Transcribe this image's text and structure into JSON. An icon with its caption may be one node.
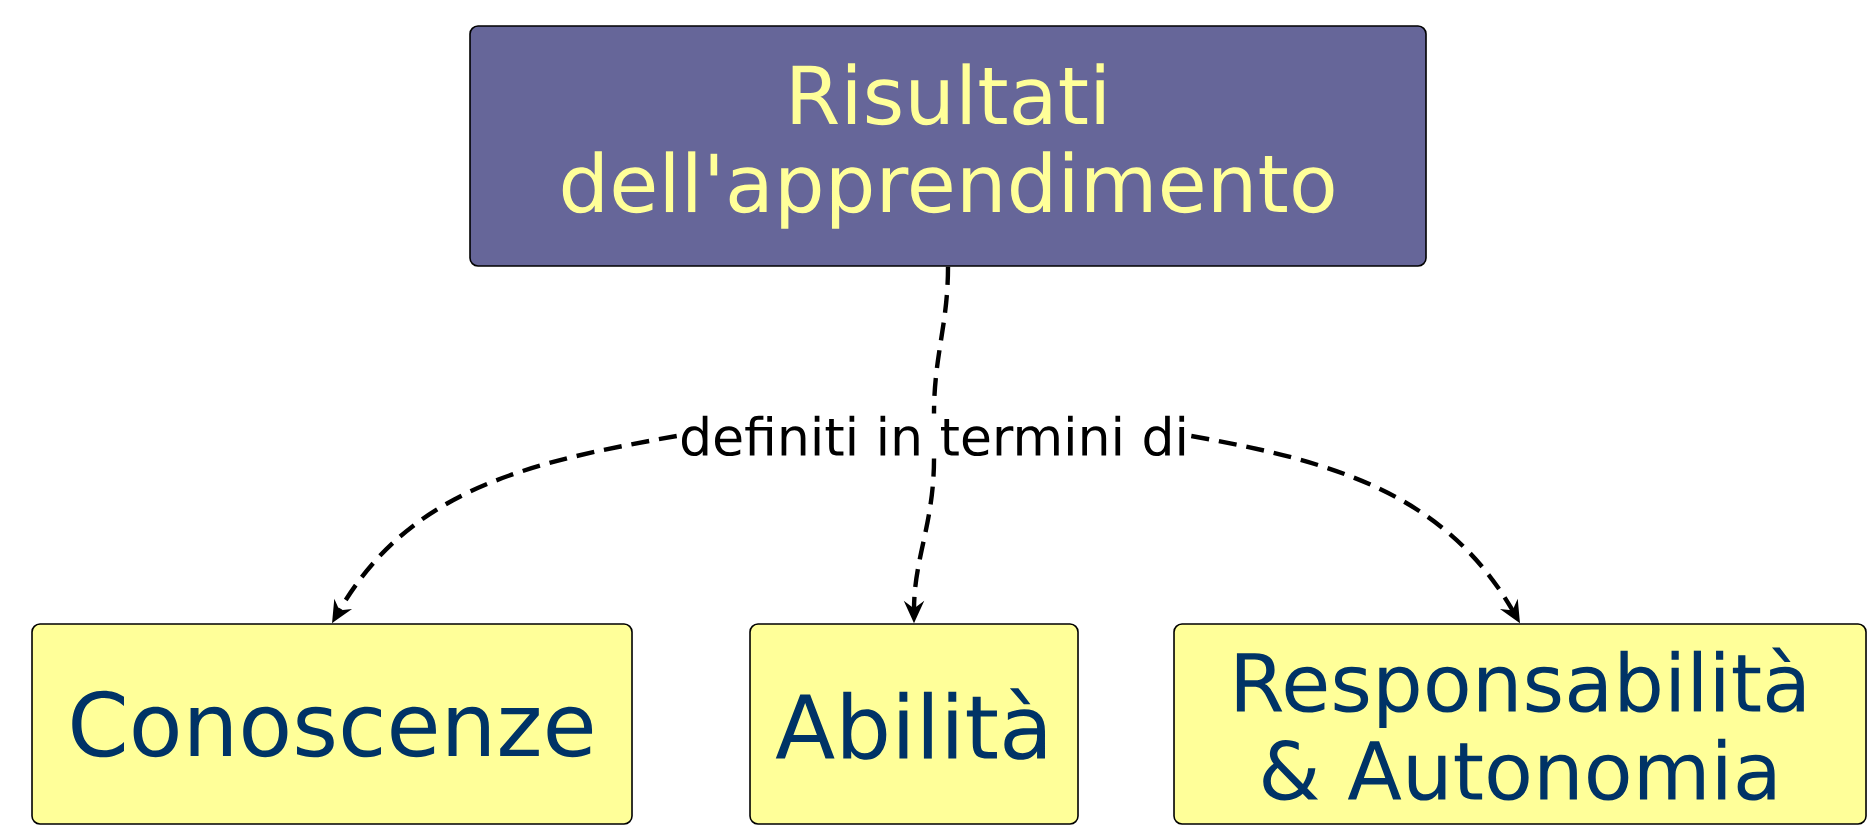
{
  "diagram": {
    "nodes": [
      {
        "text": [
          "Risultati dell'apprendimento"
        ]
      },
      {
        "text": [
          "definiti in termini di"
        ]
      },
      {
        "text": [
          "Conoscenze"
        ]
      },
      {
        "text": [
          "Abilità"
        ]
      },
      {
        "text": [
          "Responsabilità & Autonomia"
        ]
      }
    ],
    "edges": [
      {
        "from": 0,
        "to": 1,
        "arrow": "none",
        "style": "dashed"
      },
      {
        "from": 1,
        "to": 2,
        "arrow": "to",
        "style": "dashed"
      },
      {
        "from": 1,
        "to": 3,
        "arrow": "to",
        "style": "dashed"
      },
      {
        "from": 1,
        "to": 4,
        "arrow": "to",
        "style": "dashed"
      }
    ]
  }
}
